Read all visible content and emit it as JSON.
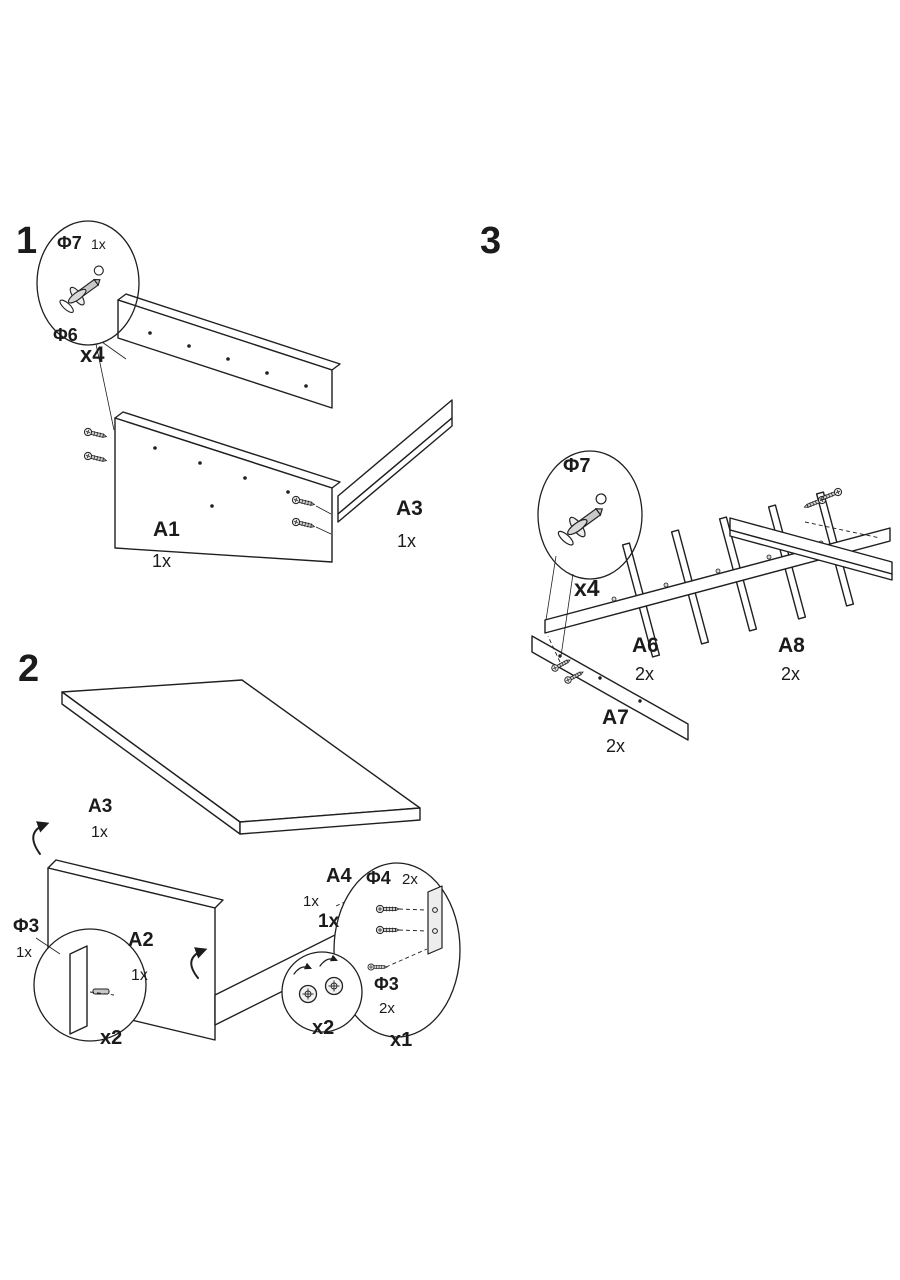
{
  "colors": {
    "line": "#1f1f1f",
    "background": "#ffffff"
  },
  "steps": {
    "s1": {
      "number": "1",
      "badge": "x4",
      "detail": {
        "phi7": "Φ7",
        "phi7_qty": "1x",
        "phi6": "Φ6"
      },
      "parts": {
        "a1_label": "A1",
        "a1_qty": "1x",
        "a3_label": "A3",
        "a3_qty": "1x"
      }
    },
    "s2": {
      "number": "2",
      "parts": {
        "a3_label": "A3",
        "a3_qty": "1x",
        "a2_label": "A2",
        "a2_qty": "1x",
        "a4_label": "A4",
        "a4_qty": "1x",
        "a4_qty_bold": "1x"
      },
      "detail_left": {
        "phi3": "Φ3",
        "phi3_qty": "1x",
        "badge": "x2"
      },
      "detail_mid": {
        "badge": "x2"
      },
      "detail_right": {
        "phi4": "Φ4",
        "phi4_qty": "2x",
        "phi3": "Φ3",
        "phi3_qty": "2x",
        "badge": "x1"
      }
    },
    "s3": {
      "number": "3",
      "badge": "x4",
      "detail": {
        "phi7": "Φ7"
      },
      "parts": {
        "a6_label": "A6",
        "a6_qty": "2x",
        "a8_label": "A8",
        "a8_qty": "2x",
        "a7_label": "A7",
        "a7_qty": "2x"
      }
    }
  }
}
